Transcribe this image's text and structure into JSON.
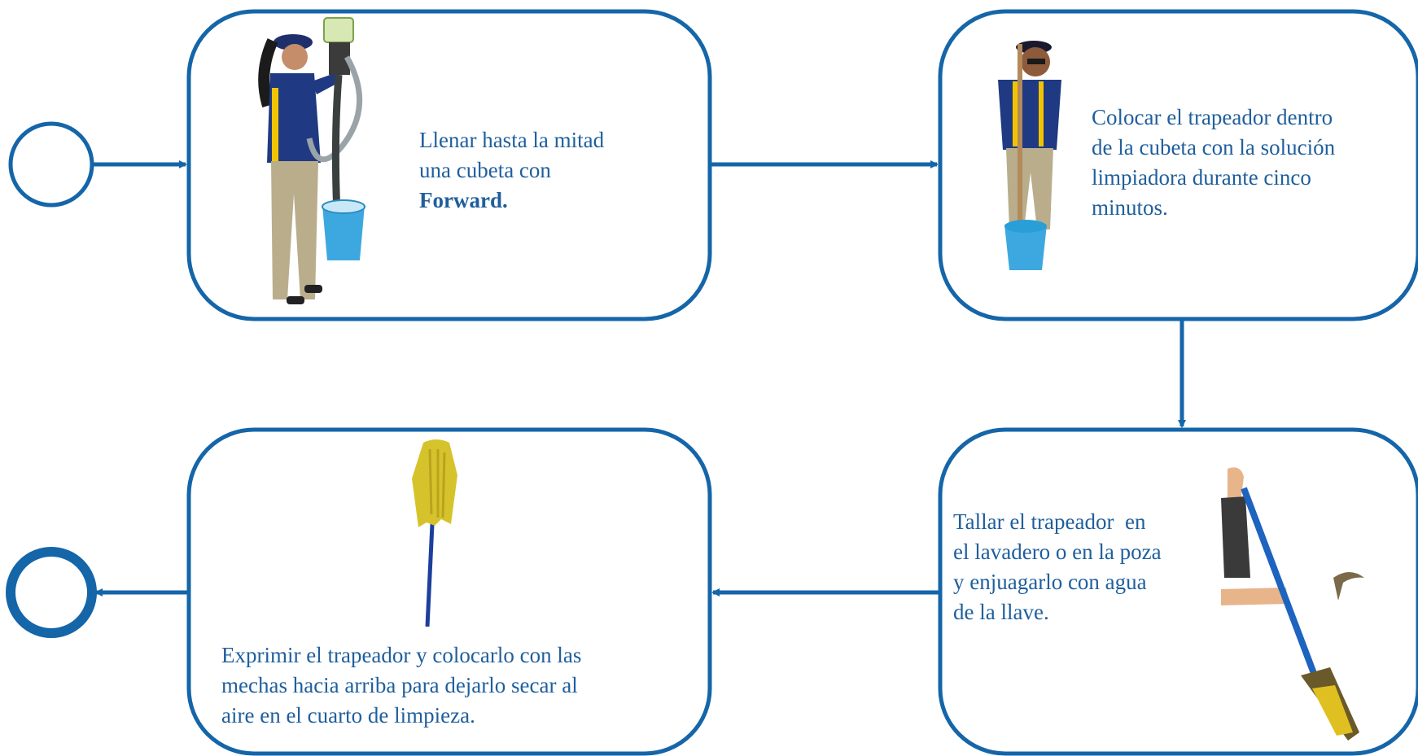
{
  "colors": {
    "flow": "#1565a9",
    "text": "#1f5f9c",
    "background": "#ffffff"
  },
  "steps": [
    {
      "id": "step-1",
      "line1": "Llenar hasta la mitad",
      "line2": "una cubeta con",
      "strong": "Forward.",
      "image": "woman-filling-bucket-from-dispenser"
    },
    {
      "id": "step-2",
      "lines": [
        "Colocar el trapeador dentro",
        "de la cubeta con la solución",
        "limpiadora durante cinco",
        "minutos."
      ],
      "image": "worker-with-mop-in-bucket"
    },
    {
      "id": "step-3",
      "lines": [
        "Tallar el trapeador  en",
        "el lavadero o en la poza",
        "y enjuagarlo con agua",
        "de la llave."
      ],
      "image": "hands-scrubbing-mop"
    },
    {
      "id": "step-4",
      "lines": [
        "Exprimir el trapeador y colocarlo con las",
        "mechas hacia arriba para dejarlo secar al",
        "aire en el cuarto de limpieza."
      ],
      "image": "mop-upside-down-drying"
    }
  ],
  "start_event": "start-circle",
  "end_event": "end-circle"
}
